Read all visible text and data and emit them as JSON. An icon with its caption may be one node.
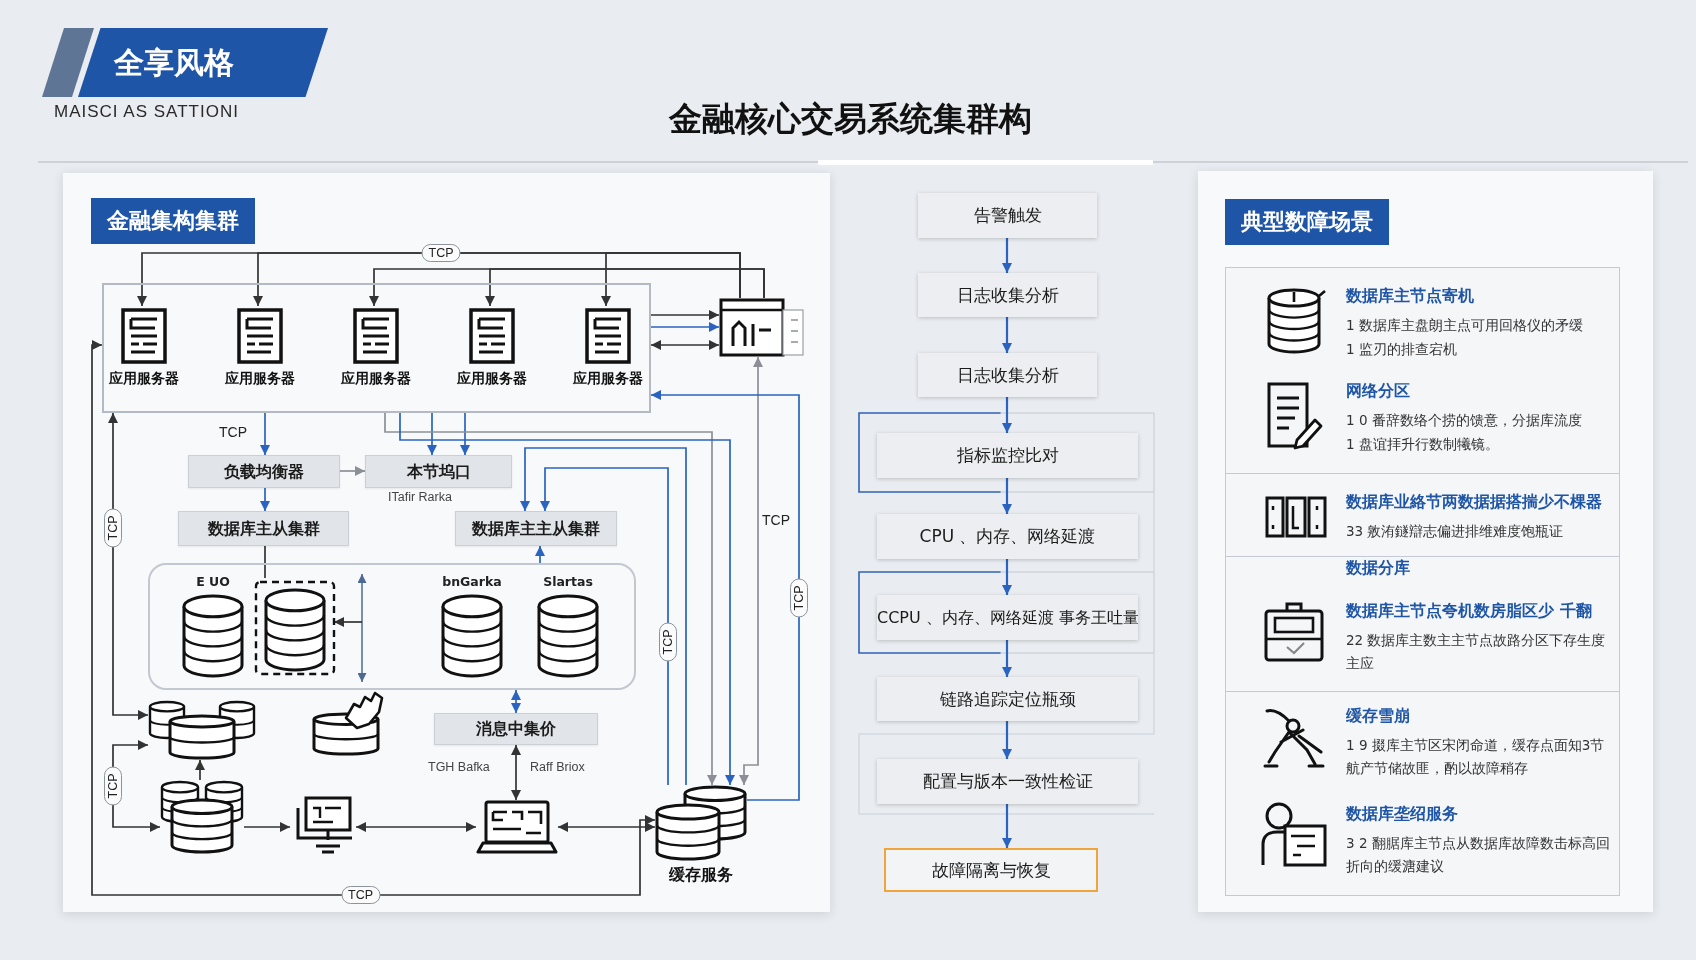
{
  "diagram": {
    "title": "金融核心交易系统集群构",
    "nodes": [
      {
        "text": [
          "金融集构集群"
        ]
      },
      {
        "text": [],
        "shape": "box",
        "in": 0
      },
      {
        "text": [
          "应用服务器"
        ],
        "in": 1
      },
      {
        "text": [
          "应用服务器"
        ],
        "in": 1
      },
      {
        "text": [
          "应用服务器"
        ],
        "in": 1
      },
      {
        "text": [
          "应用服务器"
        ],
        "in": 1
      },
      {
        "text": [
          "应用服务器"
        ],
        "in": 1
      },
      {
        "text": [],
        "shape": "picture",
        "in": 0
      },
      {
        "text": [
          "负载均衡器"
        ],
        "in": 0
      },
      {
        "text": [
          "本节坞口"
        ],
        "in": 0
      },
      {
        "text": [
          "数据库主从集群"
        ],
        "in": 0
      },
      {
        "text": [
          "数据库主主从集群"
        ],
        "in": 0
      },
      {
        "text": [],
        "shape": "box",
        "in": 0
      },
      {
        "text": [
          "E UO"
        ],
        "in": 12
      },
      {
        "text": [],
        "shape": "cylinder",
        "in": 12
      },
      {
        "text": [
          "bnGarka"
        ],
        "in": 12
      },
      {
        "text": [
          "Slartas"
        ],
        "in": 12
      },
      {
        "text": [],
        "shape": "cylinder",
        "in": 0
      },
      {
        "text": [
          "消息中集价"
        ],
        "in": 0
      },
      {
        "text": [],
        "shape": "cylinder",
        "in": 0
      },
      {
        "text": [],
        "shape": "picture",
        "in": 0
      },
      {
        "text": [],
        "shape": "picture",
        "in": 0
      },
      {
        "text": [
          "缓存服务"
        ],
        "in": 0
      },
      {
        "text": [
          "告警触发"
        ]
      },
      {
        "text": [
          "日志收集分析"
        ]
      },
      {
        "text": [
          "日志收集分析"
        ]
      },
      {
        "text": [
          "指标监控比对"
        ]
      },
      {
        "text": [
          "CPU 、内存、网络延渡"
        ]
      },
      {
        "text": [
          "CCPU 、内存、网络延渡 事务王吐量"
        ]
      },
      {
        "text": [
          "链路追踪定位瓶颈"
        ]
      },
      {
        "text": [
          "配置与版本一致性检证"
        ]
      },
      {
        "text": [
          "故障隔离与恢复"
        ]
      },
      {
        "text": [
          "典型数障场景"
        ]
      },
      {
        "text": [
          "数据库主节点寄机",
          "1 数据库主盘朗主点可用回格仪的矛缓",
          "1 监刃的排查宕机",
          "网络分区",
          "1 0 番辞数络个捞的馈意，分据库流度",
          "1 盘谊拝升行数制犧镜。"
        ],
        "in": 32
      },
      {
        "text": [
          "数据库业絡节两数据据搭揣少不棵器",
          "33 敫洧鐩辯志偏进排维难度饱瓶证"
        ],
        "in": 32
      },
      {
        "text": [
          "数据分库",
          "数据库主节点夸机数房脂区少 千翻",
          "22 数据库主数主主节点故路分区下存生度主应"
        ],
        "in": 32
      },
      {
        "text": [
          "缓存雪崩",
          "1 9 掇库主节区宋闭命道，缓存点面知3节航产节储故匪，酌以故障稍存",
          "数据库垄绍服务",
          "3 2 翻腒库主节点从数据库故障数击标高回折向的缓溏建议"
        ],
        "in": 32
      }
    ],
    "edges": [
      {
        "from": 23,
        "to": 24,
        "arrow": "to"
      },
      {
        "from": 24,
        "to": 25,
        "arrow": "to"
      },
      {
        "from": 25,
        "to": 26,
        "arrow": "to"
      },
      {
        "from": 26,
        "to": 27,
        "arrow": "to"
      },
      {
        "from": 27,
        "to": 28,
        "arrow": "to"
      },
      {
        "from": 28,
        "to": 29,
        "arrow": "to"
      },
      {
        "from": 29,
        "to": 30,
        "arrow": "to"
      },
      {
        "from": 30,
        "to": 31,
        "arrow": "to"
      },
      {
        "from": 7,
        "to": 2,
        "arrow": "to",
        "label": "TCP",
        "color": "#333333"
      },
      {
        "from": 7,
        "to": 3,
        "arrow": "to",
        "color": "#333333"
      },
      {
        "from": 7,
        "to": 4,
        "arrow": "to",
        "color": "#333333"
      },
      {
        "from": 7,
        "to": 5,
        "arrow": "to",
        "color": "#333333"
      },
      {
        "from": 7,
        "to": 6,
        "arrow": "to",
        "color": "#333333"
      },
      {
        "from": 1,
        "to": 7,
        "arrow": "to",
        "color": "#333333"
      },
      {
        "from": 1,
        "to": 7,
        "arrow": "to"
      },
      {
        "from": 1,
        "to": 7,
        "arrow": "both",
        "color": "#333333"
      },
      {
        "from": 1,
        "to": 8,
        "arrow": "to",
        "label": "TCP"
      },
      {
        "from": 1,
        "to": 9,
        "arrow": "to"
      },
      {
        "from": 1,
        "to": 9,
        "arrow": "to"
      },
      {
        "from": 8,
        "to": 9,
        "arrow": "to",
        "color": "#8c9096"
      },
      {
        "from": 8,
        "to": 10,
        "arrow": "to"
      },
      {
        "from": 10,
        "to": 14,
        "arrow": "none",
        "color": "#333333"
      },
      {
        "from": null,
        "to": 14,
        "arrow": "to",
        "color": "#333333"
      },
      {
        "from": 22,
        "to": 11,
        "arrow": "to"
      },
      {
        "from": 22,
        "to": 11,
        "arrow": "to",
        "label": "TCP"
      },
      {
        "from": 12,
        "to": 11,
        "arrow": "to"
      },
      {
        "from": 12,
        "to": 18,
        "arrow": "both"
      },
      {
        "from": 18,
        "to": 21,
        "arrow": "both",
        "color": "#333333"
      },
      {
        "from": 1,
        "to": 17,
        "arrow": "both",
        "label": "TCP",
        "color": "#333333"
      },
      {
        "from": 19,
        "to": 17,
        "arrow": "to",
        "color": "#333333"
      },
      {
        "from": 19,
        "to": 17,
        "arrow": "both",
        "label": "TCP",
        "color": "#333333"
      },
      {
        "from": 19,
        "to": 20,
        "arrow": "to",
        "color": "#333333"
      },
      {
        "from": 20,
        "to": 21,
        "arrow": "both",
        "color": "#333333"
      },
      {
        "from": 21,
        "to": 22,
        "arrow": "both",
        "color": "#333333"
      },
      {
        "from": 1,
        "to": 22,
        "arrow": "both",
        "label": "TCP",
        "color": "#333333"
      },
      {
        "from": 7,
        "to": 22,
        "arrow": "both",
        "label": "TCP",
        "color": "#8c9096"
      },
      {
        "from": 1,
        "to": 22,
        "arrow": "to",
        "color": "#8c9096"
      },
      {
        "from": 1,
        "to": 22,
        "arrow": "to"
      },
      {
        "from": 22,
        "to": 1,
        "arrow": "to",
        "label": "TCP"
      }
    ],
    "labels": [
      "全享风格",
      "MAISCI AS SATTIONI",
      "ITafir Rarka",
      "TGH Bafka",
      "Raff Briox"
    ]
  }
}
